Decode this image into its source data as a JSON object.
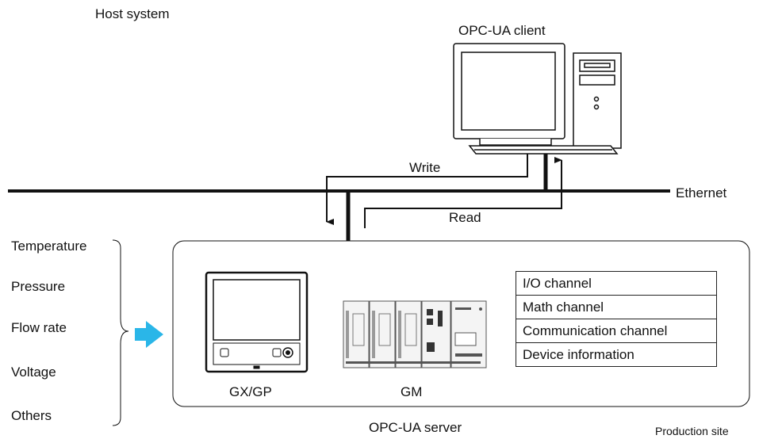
{
  "labels": {
    "host_system": "Host system",
    "opc_client": "OPC-UA client",
    "write": "Write",
    "read": "Read",
    "ethernet": "Ethernet",
    "gx_gp": "GX/GP",
    "gm": "GM",
    "opc_server": "OPC-UA server",
    "production_site": "Production site"
  },
  "inputs": [
    "Temperature",
    "Pressure",
    "Flow rate",
    "Voltage",
    "Others"
  ],
  "channels": [
    "I/O channel",
    "Math channel",
    "Communication channel",
    "Device information"
  ],
  "colors": {
    "arrow": "#2ab6e8",
    "line": "#111111"
  }
}
